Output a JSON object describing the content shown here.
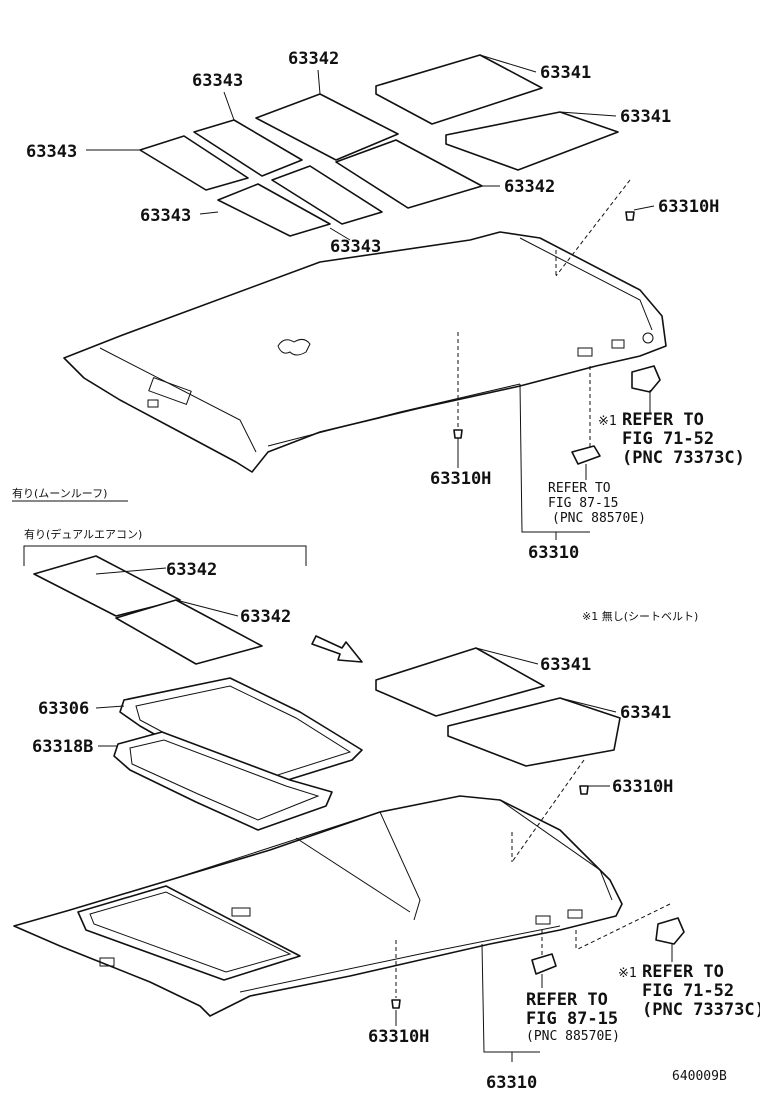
{
  "labels": {
    "top_63342_a": "63342",
    "top_63341_a": "63341",
    "top_63343_a": "63343",
    "top_63341_b": "63341",
    "top_63343_b": "63343",
    "top_63342_b": "63342",
    "top_63343_c": "63343",
    "top_63343_d": "63343",
    "top_63310H_a": "63310H",
    "top_63310H_b": "63310H",
    "top_63310": "63310",
    "bot_63342_a": "63342",
    "bot_63342_b": "63342",
    "bot_63306": "63306",
    "bot_63318B": "63318B",
    "bot_63341_a": "63341",
    "bot_63341_b": "63341",
    "bot_63310H_a": "63310H",
    "bot_63310H_b": "63310H",
    "bot_63310": "63310"
  },
  "refs": {
    "top_ref1_mark": "※1",
    "top_ref1_line1": "REFER TO",
    "top_ref1_line2": "FIG 71-52",
    "top_ref1_line3": "(PNC 73373C)",
    "top_ref2_line1": "REFER TO",
    "top_ref2_line2": "FIG 87-15",
    "top_ref2_line3": "(PNC 88570E)",
    "bot_ref1_mark": "※1",
    "bot_ref1_line1": "REFER TO",
    "bot_ref1_line2": "FIG 71-52",
    "bot_ref1_line3": "(PNC 73373C)",
    "bot_ref2_line1": "REFER TO",
    "bot_ref2_line2": "FIG 87-15",
    "bot_ref2_line3": "(PNC 88570E)"
  },
  "notes": {
    "moonroof": "有り(ムーンルーフ)",
    "dual_aircon": "有り(デュアルエアコン)",
    "seatbelt": "※1 無し(シートベルト)"
  },
  "diagram_id": "640009B"
}
